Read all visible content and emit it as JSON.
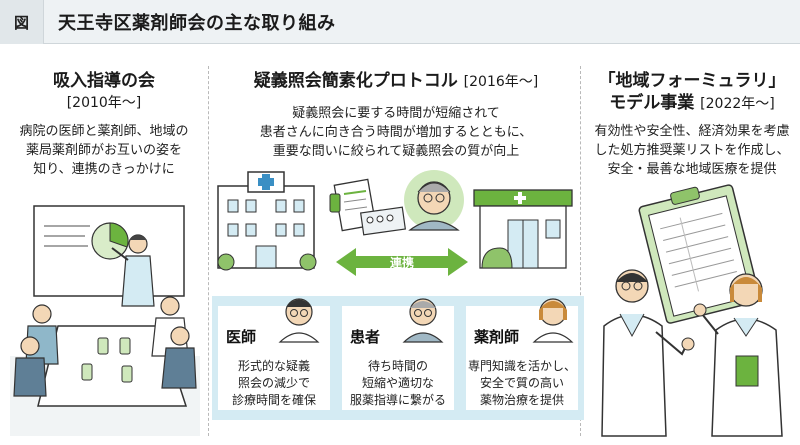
{
  "header": {
    "fig_label": "図",
    "title": "天王寺区薬剤師会の主な取り組み"
  },
  "left": {
    "title": "吸入指導の会",
    "year": "[2010年〜]",
    "desc": [
      "病院の医師と薬剤師、地域の",
      "薬局薬剤師がお互いの姿を",
      "知り、連携のきっかけに"
    ]
  },
  "middle": {
    "title": "疑義照会簡素化プロトコル",
    "year": "[2016年〜]",
    "desc": [
      "疑義照会に要する時間が短縮されて",
      "患者さんに向き合う時間が増加するとともに、",
      "重要な問いに絞られて疑義照会の質が向上"
    ],
    "arrow_label": "連携",
    "roles": [
      {
        "label": "医師",
        "text": [
          "形式的な疑義",
          "照会の減少で",
          "診療時間を確保"
        ]
      },
      {
        "label": "患者",
        "text": [
          "待ち時間の",
          "短縮や適切な",
          "服薬指導に繋がる"
        ]
      },
      {
        "label": "薬剤師",
        "text": [
          "専門知識を活かし、",
          "安全で質の高い",
          "薬物治療を提供"
        ]
      }
    ]
  },
  "right": {
    "title_line1": "「地域フォーミュラリ」",
    "title_line2": "モデル事業",
    "year": "[2022年〜]",
    "desc": [
      "有効性や安全性、経済効果を考慮",
      "した処方推奨薬リストを作成し、",
      "安全・最善な地域医療を提供"
    ]
  },
  "colors": {
    "green": "#6cb33f",
    "light_blue": "#d4ebf3",
    "header_bg": "#eef2f4",
    "skin": "#f3d7b6"
  }
}
